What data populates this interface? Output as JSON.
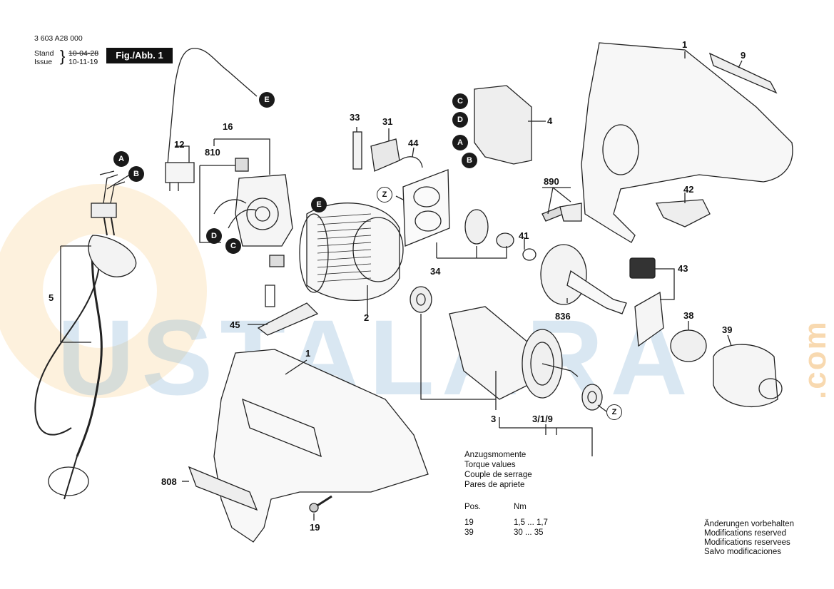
{
  "header": {
    "doc_number": "3 603 A28 000",
    "stand_label": "Stand",
    "issue_label": "Issue",
    "stand_date": "10-04-28",
    "issue_date": "10-11-19",
    "figure_label": "Fig./Abb. 1"
  },
  "watermark": {
    "text": "USTALARA",
    "suffix": ".com"
  },
  "part_numbers": {
    "p1_top": "1",
    "p9": "9",
    "p4": "4",
    "p33": "33",
    "p31": "31",
    "p44": "44",
    "p16": "16",
    "p810": "810",
    "p12": "12",
    "p890": "890",
    "p42": "42",
    "p41": "41",
    "p34": "34",
    "p43": "43",
    "p836": "836",
    "p38": "38",
    "p39": "39",
    "p2": "2",
    "p45": "45",
    "p5": "5",
    "p1_bottom": "1",
    "p3": "3",
    "p319": "3/1/9",
    "p808": "808",
    "p19": "19"
  },
  "bubbles": {
    "a_cord": "A",
    "b_cord": "B",
    "e_wire": "E",
    "e_stator": "E",
    "c_top": "C",
    "d_top": "D",
    "a_top": "A",
    "b_top": "B",
    "d_frame": "D",
    "c_frame": "C",
    "z_plate": "Z",
    "z_bearing": "Z"
  },
  "torque": {
    "titles": [
      "Anzugsmomente",
      "Torque values",
      "Couple de serrage",
      "Pares de apriete"
    ],
    "col_pos": "Pos.",
    "col_nm": "Nm",
    "rows": [
      {
        "pos": "19",
        "nm": "1,5 ... 1,7"
      },
      {
        "pos": "39",
        "nm": "30 ... 35"
      }
    ]
  },
  "notice": [
    "Änderungen vorbehalten",
    "Modifications reserved",
    "Modifications reservees",
    "Salvo modificaciones"
  ]
}
